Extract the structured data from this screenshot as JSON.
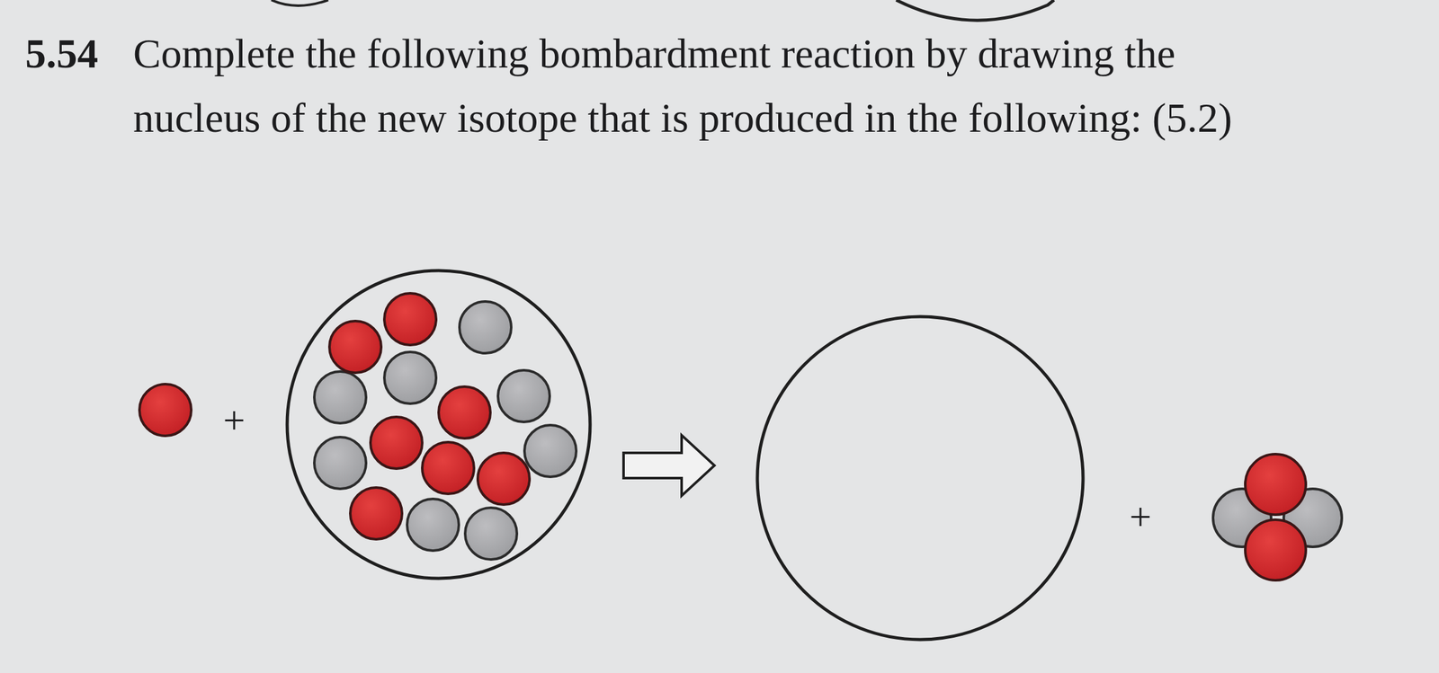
{
  "diagram": {
    "labels": [
      "5.54",
      "Complete the following bombardment reaction by drawing the nucleus of the new isotope that is produced in the following: (5.2)",
      "+",
      "+"
    ]
  }
}
